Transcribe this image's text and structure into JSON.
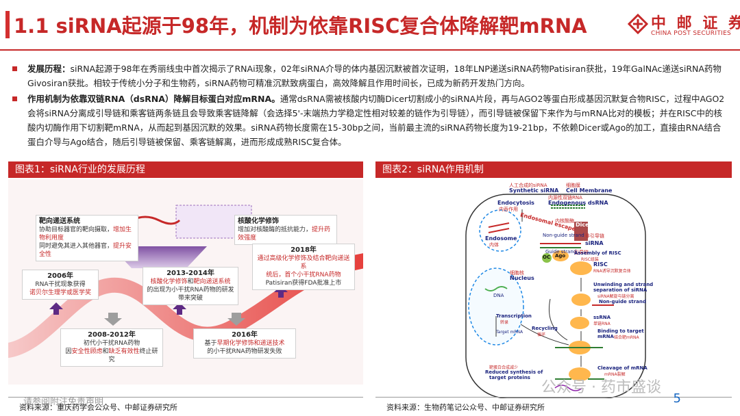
{
  "title": "1.1 siRNA起源于98年，机制为依靠RISC复合体降解靶mRNA",
  "logo": {
    "name_cn": "中 邮 证 券",
    "name_en": "CHINA POST SECURITIES"
  },
  "bullets": [
    {
      "head": "发展历程：",
      "text": "siRNA起源于98年在秀丽线虫中首次揭示了RNAi现象，02年siRNA介导的体内基因沉默被首次证明，18年LNP递送siRNA药物Patisiran获批，19年GalNAc递送siRNA药物Givosiran获批。相较于传统小分子和生物药，siRNA药物可精准沉默致病蛋白，高效降解且作用时间长，已成为新药开发热门方向。"
    },
    {
      "head": "作用机制为依靠双链RNA（dsRNA）降解目标蛋白对应mRNA。",
      "text": "通常dsRNA需被核酸内切酶Dicer切割成小的siRNA片段，再与AGO2等蛋白形成基因沉默复合物RISC，过程中AGO2会将siRNA分离成引导链和乘客链两条链且会导致乘客链降解（会选择5'-末端热力学稳定性相对较差的链作为引导链），而引导链被保留下来作为与mRNA比对的模板；并在RISC中的核酸内切酶作用下切割靶mRNA，从而起到基因沉默的效果。siRNA药物长度需在15-30bp之间，当前最主流的siRNA药物长度为19-21bp，不依赖Dicer或Ago的加工，直接由RNA结合蛋白介导与Ago结合，随后引导链被保留、乘客链解离，进而形成成熟RISC复合体。"
    }
  ],
  "figure1": {
    "header": "图表1：siRNA行业的发展历程",
    "box_delivery": {
      "title": "靶向递送系统",
      "line1": "协助目标器官的靶向摄取，",
      "line1_red": "增加生物利用度",
      "line2": "同时避免其进入其他器官，",
      "line2_red": "提升安全性"
    },
    "box_chem": {
      "title": "核酸化学修饰",
      "line1": "增加对核酸酶的抵抗能力，",
      "line1_red": "提升药效强度"
    },
    "milestones": [
      {
        "year": "2006年",
        "l1": "RNA干扰现象获得",
        "l2_red": "诺贝尔生理学或医学奖"
      },
      {
        "year": "2008-2012年",
        "l1": "初代小干扰RNA药物",
        "l2a": "因",
        "l2_red1": "安全性顾虑",
        "l2b": "和",
        "l2_red2": "缺乏有效性",
        "l2c": "终止研究"
      },
      {
        "year": "2013-2014年",
        "l1_red1": "核酸化学修饰",
        "l1a": "和",
        "l1_red2": "靶向递送系统",
        "l2": "的出现为小干扰RNA药物的研发",
        "l3": "带来突破"
      },
      {
        "year": "2016年",
        "l1a": "基于",
        "l1_red": "早期化学修饰和递送技术",
        "l2": "的小干扰RNA药物研发失败"
      },
      {
        "year": "2018年",
        "l1_red": "通过高级化学修饰及结合靶向递送系",
        "l2_red": "统后，首个小干扰RNA药物",
        "l3": "Patisiran获得FDA批准上市"
      }
    ],
    "source": "资料来源：重庆药学会公众号、中邮证券研究所"
  },
  "figure2": {
    "header": "图表2：siRNA作用机制",
    "labels": {
      "synthetic": "Synthetic siRNA",
      "synthetic_cn": "人工合成的siRNA",
      "endocytosis": "Endocytosis",
      "endocytosis_cn": "内吞作用",
      "endosome": "Endosome",
      "endosome_cn": "内体",
      "escape": "Endosomal escape",
      "cell_membrane": "Cell Membrane",
      "cell_membrane_cn": "细胞膜",
      "endogenous": "Endogenous dsRNA",
      "endogenous_cn": "内源性双链RNA",
      "endonuclease": "内核酸酶",
      "dicer": "Dicer",
      "non_guide": "Non-guide strand",
      "non_guide_cn": "非引导链",
      "sirna": "siRNA",
      "guide": "Guide strand",
      "guide_cn": "引导链",
      "oc": "OC",
      "ago": "Ago",
      "assembly": "Assembly of RISC",
      "assembly_cn": "RISC组装",
      "risc": "RISC",
      "risc_cn": "RNA诱导沉默复合体",
      "nucleus": "Nucleus",
      "nucleus_cn": "细胞核",
      "dna": "DNA",
      "transcription": "Transcription",
      "transcription_cn": "转录",
      "target_mrna": "Target mRNA",
      "unwinding": "Unwinding and strand",
      "separation": "separation of siRNA",
      "separation_cn": "siRNA解旋与链分离",
      "non_guide2": "Non-guide strand",
      "ssrna": "ssRNA",
      "ssrna_cn": "单链RNA",
      "recycling": "Recycling",
      "recycling_cn": "循环",
      "binding": "Binding to target",
      "binding2": "mRNA",
      "binding_cn": "结合靶mRNA",
      "cleavage": "Cleavage of mRNA",
      "cleavage_cn": "mRNA裂解",
      "reduced": "Reduced synthesis of",
      "reduced2": "target proteins",
      "reduced_cn": "靶蛋白合成减少"
    },
    "source": "资料来源：生物药笔记公众号、中邮证券研究所"
  },
  "footer": {
    "disclaimer": "请参阅附注免责声明",
    "page": "5",
    "watermark": "公众号 · 药市盛谈"
  },
  "colors": {
    "accent": "#c62828",
    "purple": "#5e2a84"
  }
}
